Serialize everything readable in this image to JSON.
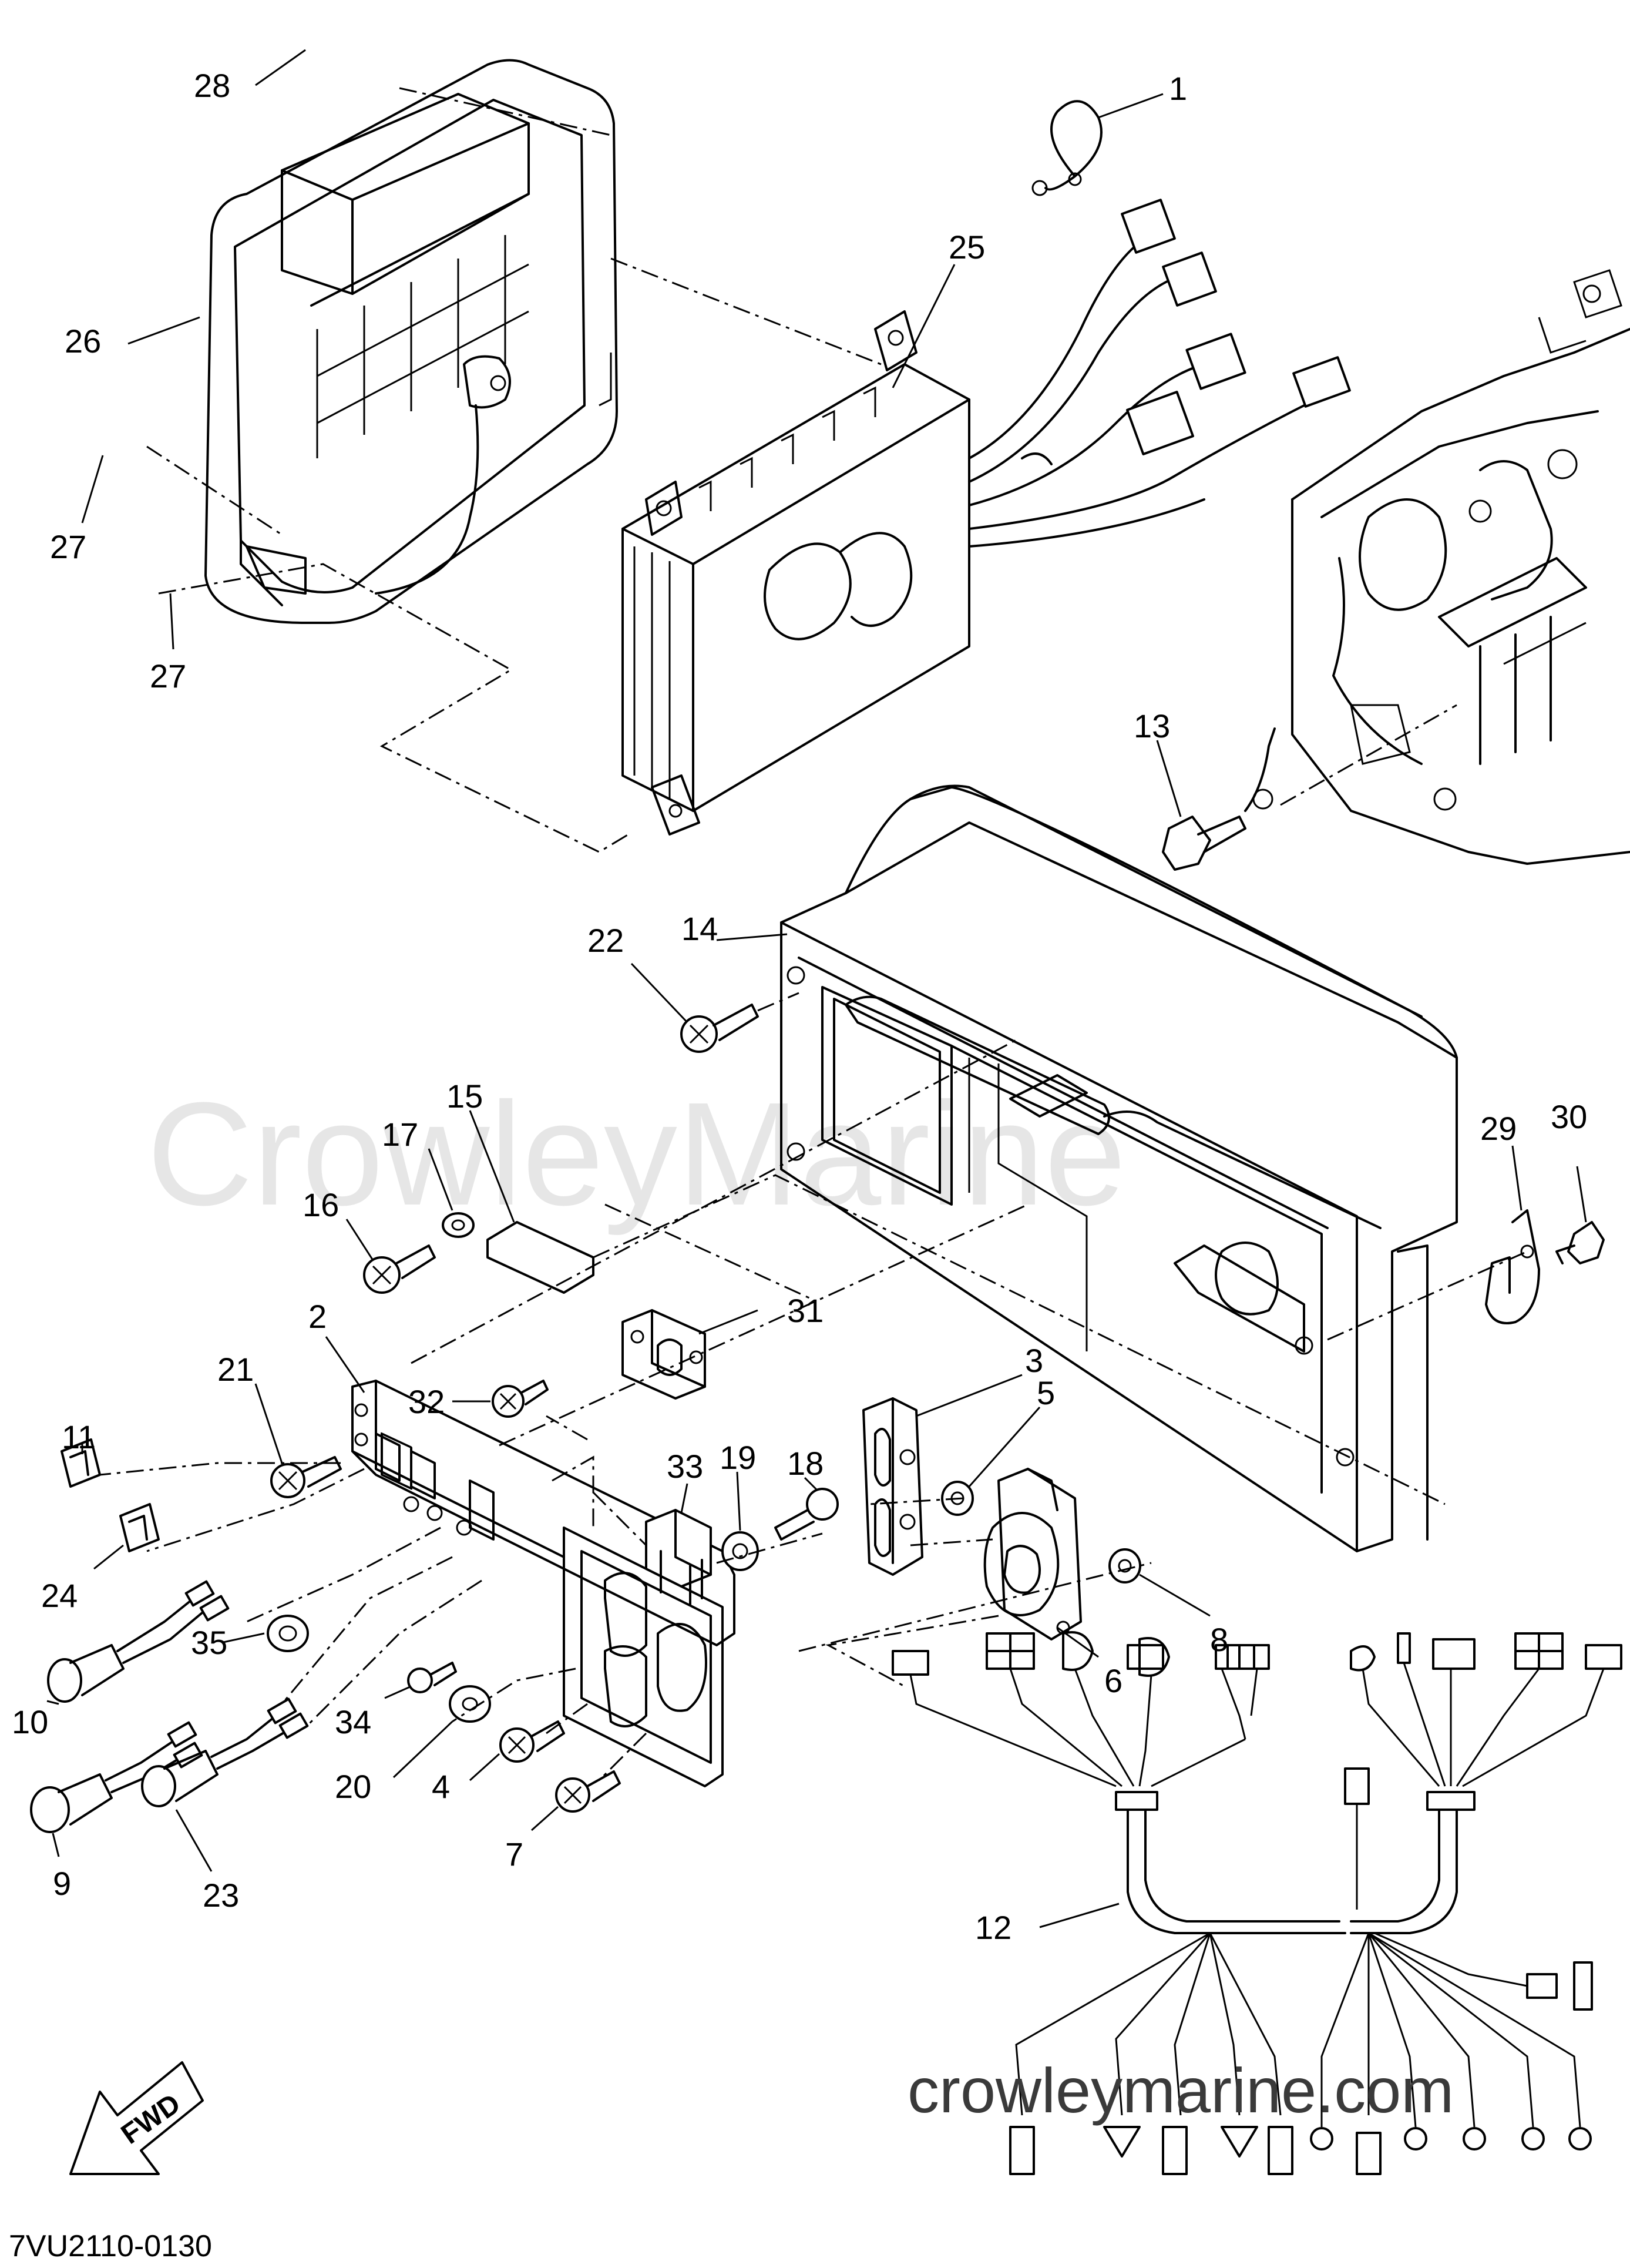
{
  "diagram": {
    "watermark": "CrowleyMarine",
    "site": "crowleymarine.com",
    "drawing_code": "7VU2110-0130",
    "fwd_label": "FWD",
    "callouts": [
      {
        "id": "1",
        "label": "1"
      },
      {
        "id": "2",
        "label": "2"
      },
      {
        "id": "3",
        "label": "3"
      },
      {
        "id": "4",
        "label": "4"
      },
      {
        "id": "5",
        "label": "5"
      },
      {
        "id": "6",
        "label": "6"
      },
      {
        "id": "7",
        "label": "7"
      },
      {
        "id": "8",
        "label": "8"
      },
      {
        "id": "9",
        "label": "9"
      },
      {
        "id": "10",
        "label": "10"
      },
      {
        "id": "11",
        "label": "11"
      },
      {
        "id": "12",
        "label": "12"
      },
      {
        "id": "13",
        "label": "13"
      },
      {
        "id": "14",
        "label": "14"
      },
      {
        "id": "15",
        "label": "15"
      },
      {
        "id": "16",
        "label": "16"
      },
      {
        "id": "17",
        "label": "17"
      },
      {
        "id": "18",
        "label": "18"
      },
      {
        "id": "19",
        "label": "19"
      },
      {
        "id": "20",
        "label": "20"
      },
      {
        "id": "21",
        "label": "21"
      },
      {
        "id": "22",
        "label": "22"
      },
      {
        "id": "23",
        "label": "23"
      },
      {
        "id": "24",
        "label": "24"
      },
      {
        "id": "25",
        "label": "25"
      },
      {
        "id": "26",
        "label": "26"
      },
      {
        "id": "27a",
        "label": "27"
      },
      {
        "id": "27b",
        "label": "27"
      },
      {
        "id": "28",
        "label": "28"
      },
      {
        "id": "29",
        "label": "29"
      },
      {
        "id": "30",
        "label": "30"
      },
      {
        "id": "31",
        "label": "31"
      },
      {
        "id": "32",
        "label": "32"
      },
      {
        "id": "33",
        "label": "33"
      },
      {
        "id": "34",
        "label": "34"
      },
      {
        "id": "35",
        "label": "35"
      }
    ]
  }
}
